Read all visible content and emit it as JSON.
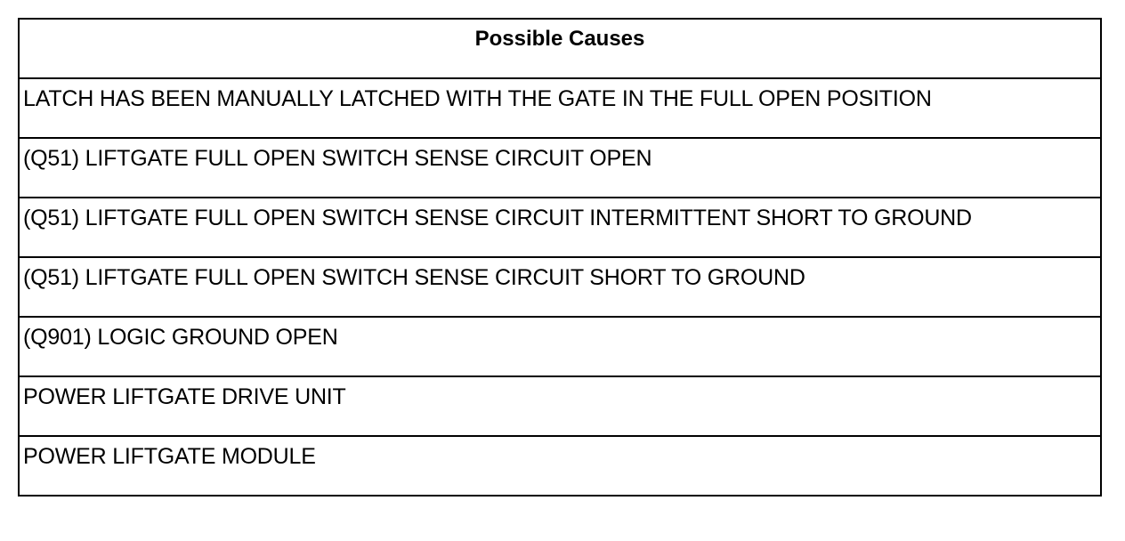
{
  "table": {
    "header": "Possible Causes",
    "rows": [
      "LATCH HAS BEEN MANUALLY LATCHED WITH THE GATE IN THE FULL OPEN POSITION",
      "(Q51) LIFTGATE FULL OPEN SWITCH SENSE CIRCUIT OPEN",
      "(Q51) LIFTGATE FULL OPEN SWITCH SENSE CIRCUIT INTERMITTENT SHORT TO GROUND",
      "(Q51) LIFTGATE FULL OPEN SWITCH SENSE CIRCUIT SHORT TO GROUND",
      "(Q901) LOGIC GROUND OPEN",
      "POWER LIFTGATE DRIVE UNIT",
      "POWER LIFTGATE MODULE"
    ]
  }
}
